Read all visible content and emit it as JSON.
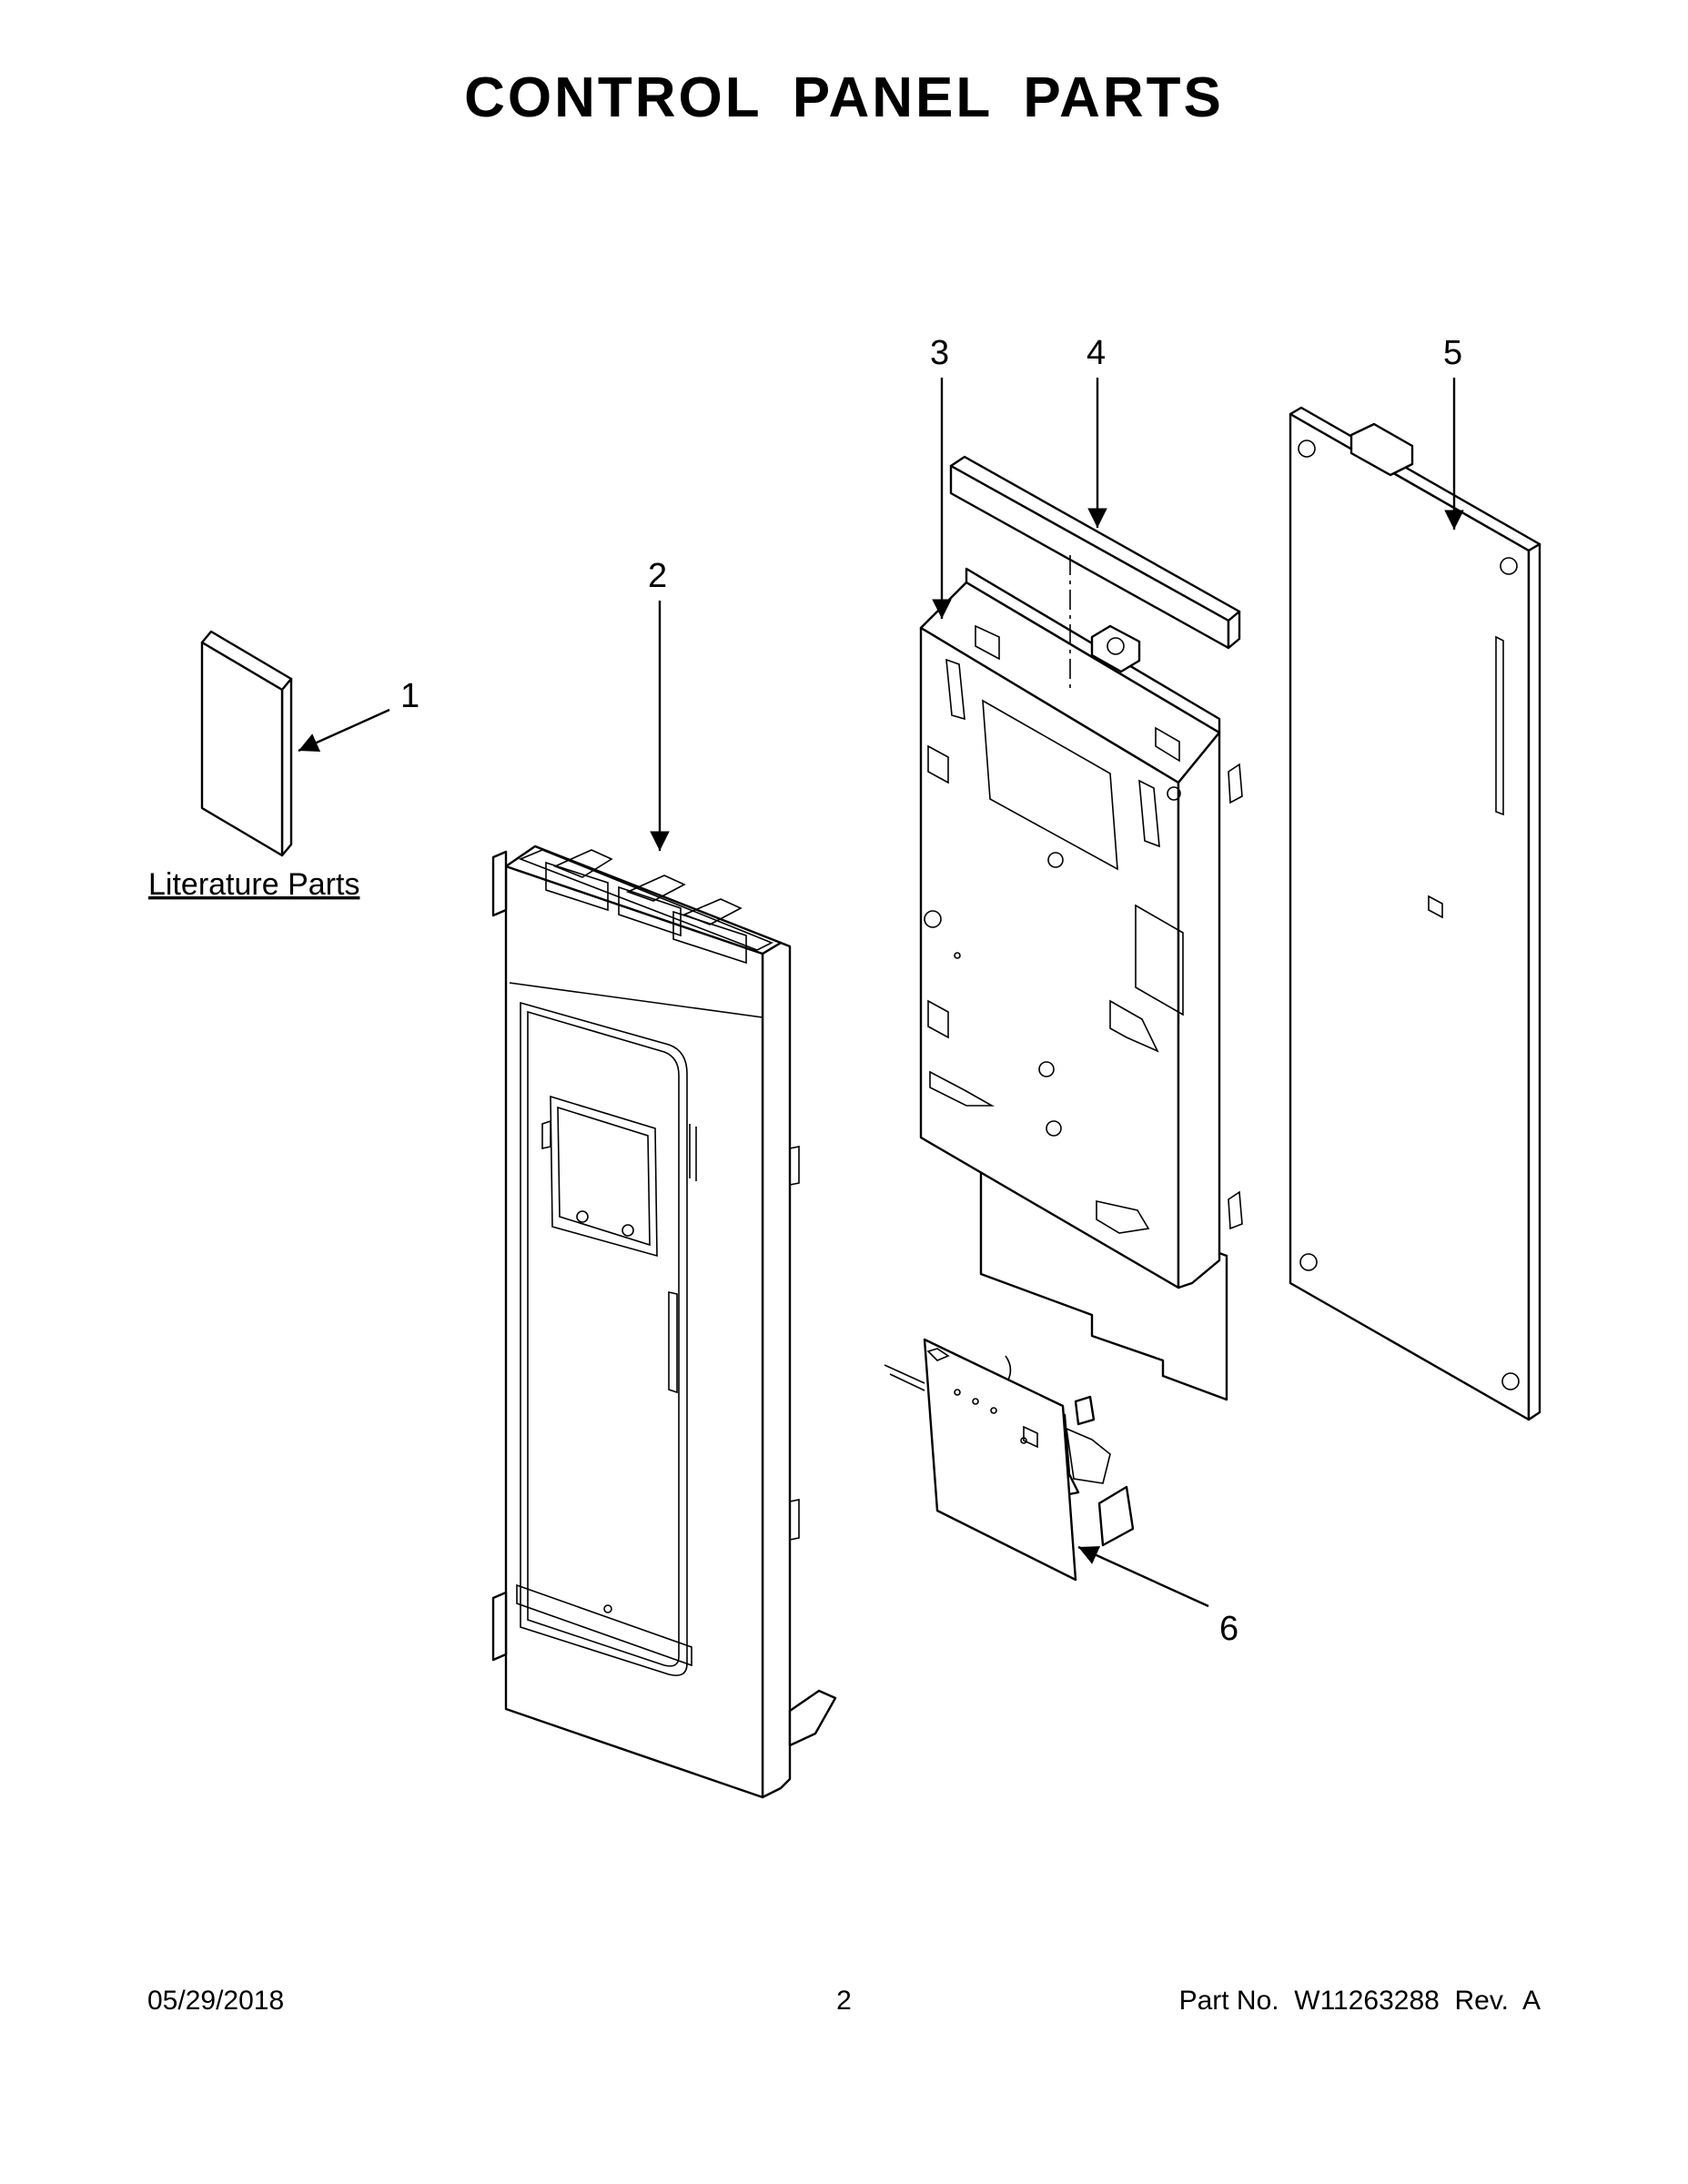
{
  "title": "CONTROL PANEL PARTS",
  "callouts": [
    "1",
    "2",
    "3",
    "4",
    "5",
    "6"
  ],
  "literature_label": "Literature Parts",
  "footer": {
    "date": "05/29/2018",
    "page_number": "2",
    "part_number": "Part No.  W11263288  Rev.  A"
  }
}
